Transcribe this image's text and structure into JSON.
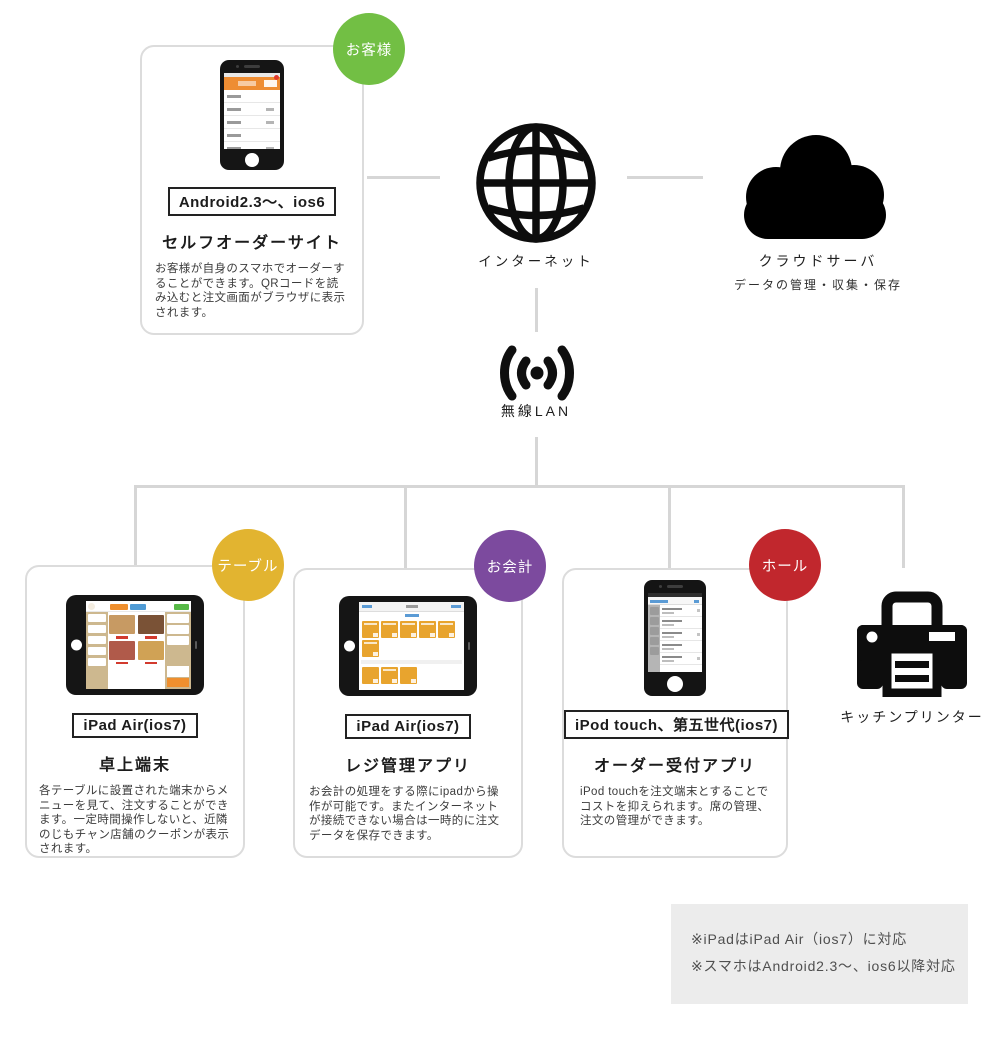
{
  "badges": {
    "customer": {
      "label": "お客様",
      "color": "#72bf44"
    },
    "table": {
      "label": "テーブル",
      "color": "#e2b430"
    },
    "checkout": {
      "label": "お会計",
      "color": "#7c4a9e"
    },
    "hall": {
      "label": "ホール",
      "color": "#c1272d"
    }
  },
  "top_card": {
    "device_label": "Android2.3〜、ios6",
    "title": "セルフオーダーサイト",
    "description": "お客様が自身のスマホでオーダーすることができます。QRコードを読み込むと注文画面がブラウザに表示されます。"
  },
  "internet": {
    "label": "インターネット"
  },
  "cloud": {
    "label": "クラウドサーバ",
    "sublabel": "データの管理・収集・保存"
  },
  "wifi": {
    "label": "無線LAN"
  },
  "cards": [
    {
      "device_label": "iPad Air(ios7)",
      "title": "卓上端末",
      "description": "各テーブルに設置された端末からメニューを見て、注文することができます。一定時間操作しないと、近隣のじもチャン店舗のクーポンが表示されます。"
    },
    {
      "device_label": "iPad Air(ios7)",
      "title": "レジ管理アプリ",
      "description": "お会計の処理をする際にipadから操作が可能です。またインターネットが接続できない場合は一時的に注文データを保存できます。"
    },
    {
      "device_label": "iPod touch、第五世代(ios7)",
      "title": "オーダー受付アプリ",
      "description": "iPod touchを注文端末とすることでコストを抑えられます。席の管理、注文の管理ができます。"
    }
  ],
  "printer": {
    "label": "キッチンプリンター"
  },
  "notes": {
    "line1": "※iPadはiPad Air（ios7）に対応",
    "line2": "※スマホはAndroid2.3〜、ios6以降対応"
  },
  "colors": {
    "connector": "#d6d6d6",
    "card_border": "#dcdcdc",
    "app_orange": "#ee8d33",
    "tile_orange": "#e8a42e",
    "note_bg": "#ececec"
  }
}
